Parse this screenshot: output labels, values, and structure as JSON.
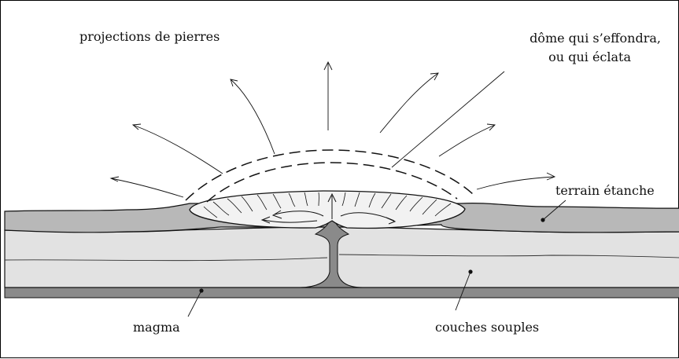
{
  "labels": {
    "stones": "projections de pierres",
    "dome_line1": "dôme qui s’effondra,",
    "dome_line2": "ou qui éclata",
    "impermeable": "terrain étanche",
    "magma": "magma",
    "soft_layers": "couches souples"
  },
  "colors": {
    "top_layer": "#b8b8b8",
    "soft_layers": "#e2e2e2",
    "magma": "#8a8a8a",
    "magma_chamber": "#f2f2f2",
    "line": "#111111"
  }
}
